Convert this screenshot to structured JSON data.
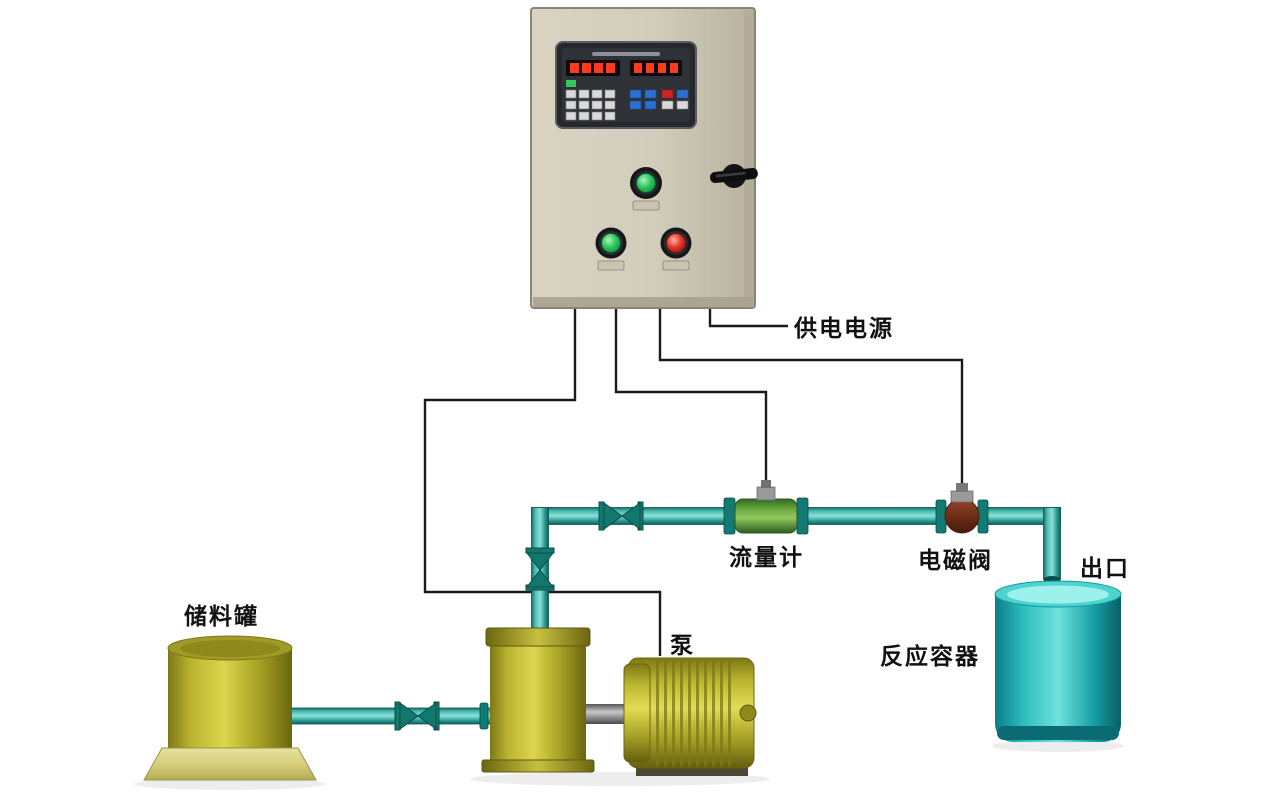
{
  "diagram": {
    "labels": {
      "power_supply": "供电电源",
      "flow_meter": "流量计",
      "solenoid_valve": "电磁阀",
      "outlet": "出口",
      "storage_tank": "储料罐",
      "pump": "泵",
      "reaction_vessel": "反应容器"
    },
    "colors": {
      "wire": "#1a1a1a",
      "label_text": "#111111",
      "pipe": "#2fa39b",
      "cabinet": "#d6d0bf",
      "controller_panel": "#26282c",
      "led_display": "#ff3b1f",
      "indicator_lamp": "#18a94c",
      "start_button": "#18a348",
      "stop_button": "#d42222",
      "flow_meter_body": "#6fae42",
      "solenoid_valve_body": "#6e2d18",
      "storage_tank_body": "#cdc741",
      "pump_body": "#d8d24e",
      "reaction_vessel_body": "#2fc4c4"
    }
  }
}
